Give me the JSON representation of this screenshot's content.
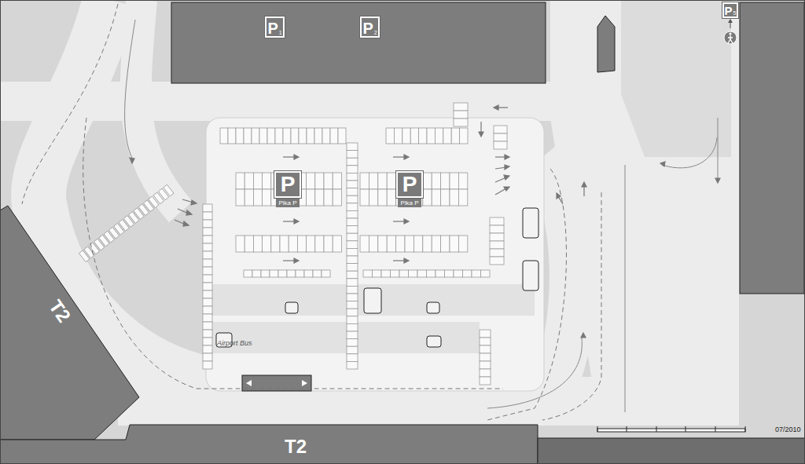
{
  "diagram": {
    "nodes": [
      {
        "text": [
          "P",
          "1"
        ]
      },
      {
        "text": [
          "P",
          "2"
        ]
      },
      {
        "text": [
          "P",
          "5"
        ]
      },
      {
        "text": [
          "P",
          "Pika P"
        ]
      },
      {
        "text": [
          "P",
          "Pika P"
        ]
      },
      {
        "text": [
          "T2"
        ]
      },
      {
        "text": [
          "T2"
        ]
      }
    ],
    "labels": [
      "Airport Bus",
      "07/2010"
    ]
  }
}
